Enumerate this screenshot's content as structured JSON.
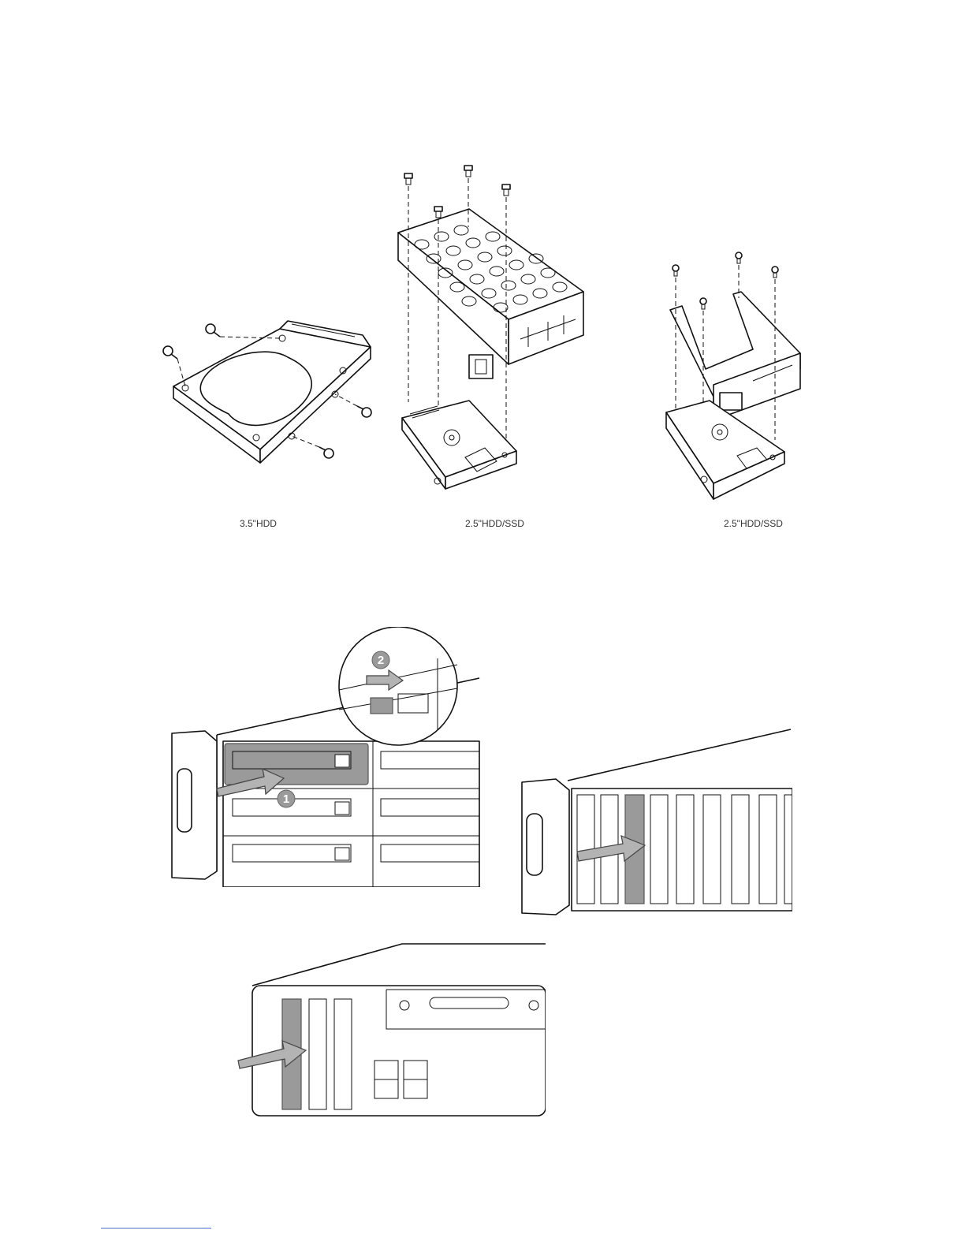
{
  "captions": {
    "hdd35": "3.5\"HDD",
    "ssd25_tray": "2.5\"HDD/SSD",
    "ssd25_bracket": "2.5\"HDD/SSD"
  },
  "steps": {
    "step1": "1",
    "step2": "2"
  },
  "colors": {
    "line": "#111111",
    "highlight": "#9a9a9a",
    "footer_rule": "#4a6fd0"
  }
}
